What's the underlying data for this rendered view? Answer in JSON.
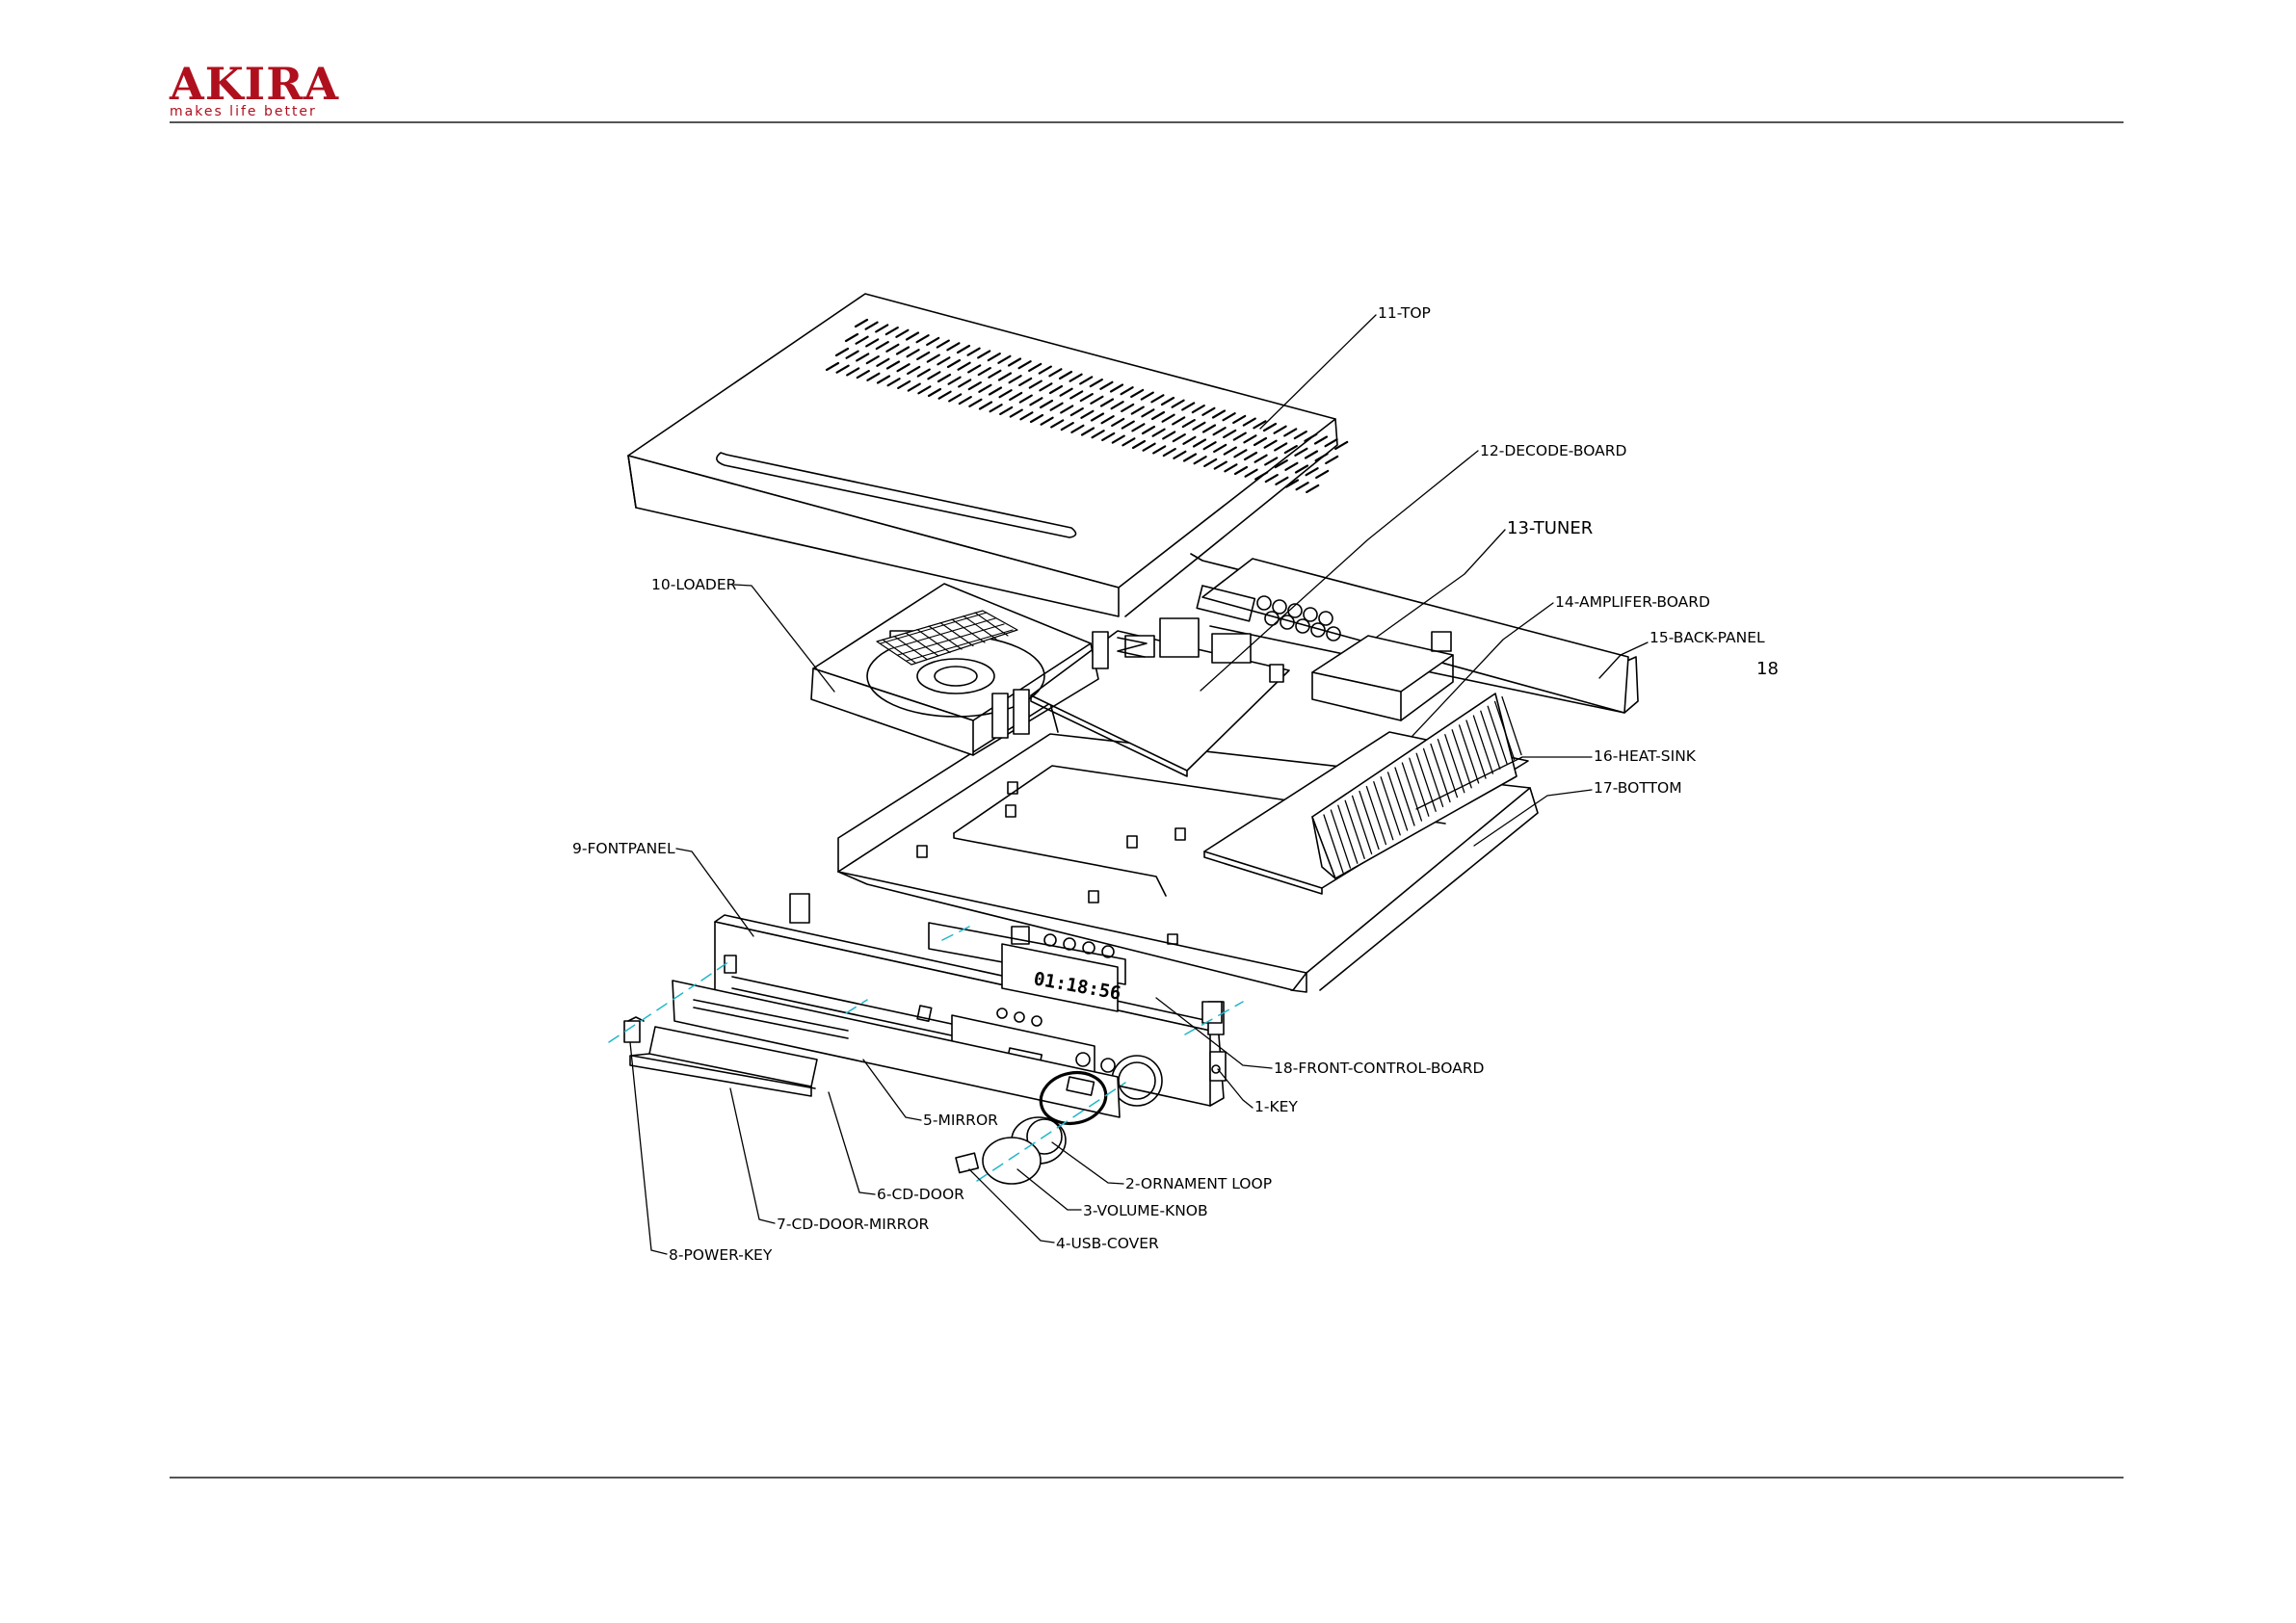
{
  "header": {
    "logo_word": "AKIRA",
    "logo_tagline": "makes life better",
    "brand_color": "#b0101e"
  },
  "page_number": "18",
  "callouts": [
    {
      "id": "top",
      "label": "11-TOP"
    },
    {
      "id": "decode",
      "label": "12-DECODE-BOARD"
    },
    {
      "id": "tuner",
      "label": "13-TUNER"
    },
    {
      "id": "amp",
      "label": "14-AMPLIFER-BOARD"
    },
    {
      "id": "back",
      "label": "15-BACK-PANEL"
    },
    {
      "id": "loader",
      "label": "10-LOADER"
    },
    {
      "id": "heatsink",
      "label": "16-HEAT-SINK"
    },
    {
      "id": "bottom",
      "label": "17-BOTTOM"
    },
    {
      "id": "fontpanel",
      "label": "9-FONTPANEL"
    },
    {
      "id": "fcb",
      "label": "18-FRONT-CONTROL-BOARD"
    },
    {
      "id": "key",
      "label": "1-KEY"
    },
    {
      "id": "mirror",
      "label": "5-MIRROR"
    },
    {
      "id": "ornament",
      "label": "2-ORNAMENT LOOP"
    },
    {
      "id": "cddoor",
      "label": "6-CD-DOOR"
    },
    {
      "id": "volknob",
      "label": "3-VOLUME-KNOB"
    },
    {
      "id": "cdmirror",
      "label": "7-CD-DOOR-MIRROR"
    },
    {
      "id": "usbcover",
      "label": "4-USB-COVER"
    },
    {
      "id": "powerkey",
      "label": "8-POWER-KEY"
    }
  ],
  "display_readout": "01:18:56"
}
